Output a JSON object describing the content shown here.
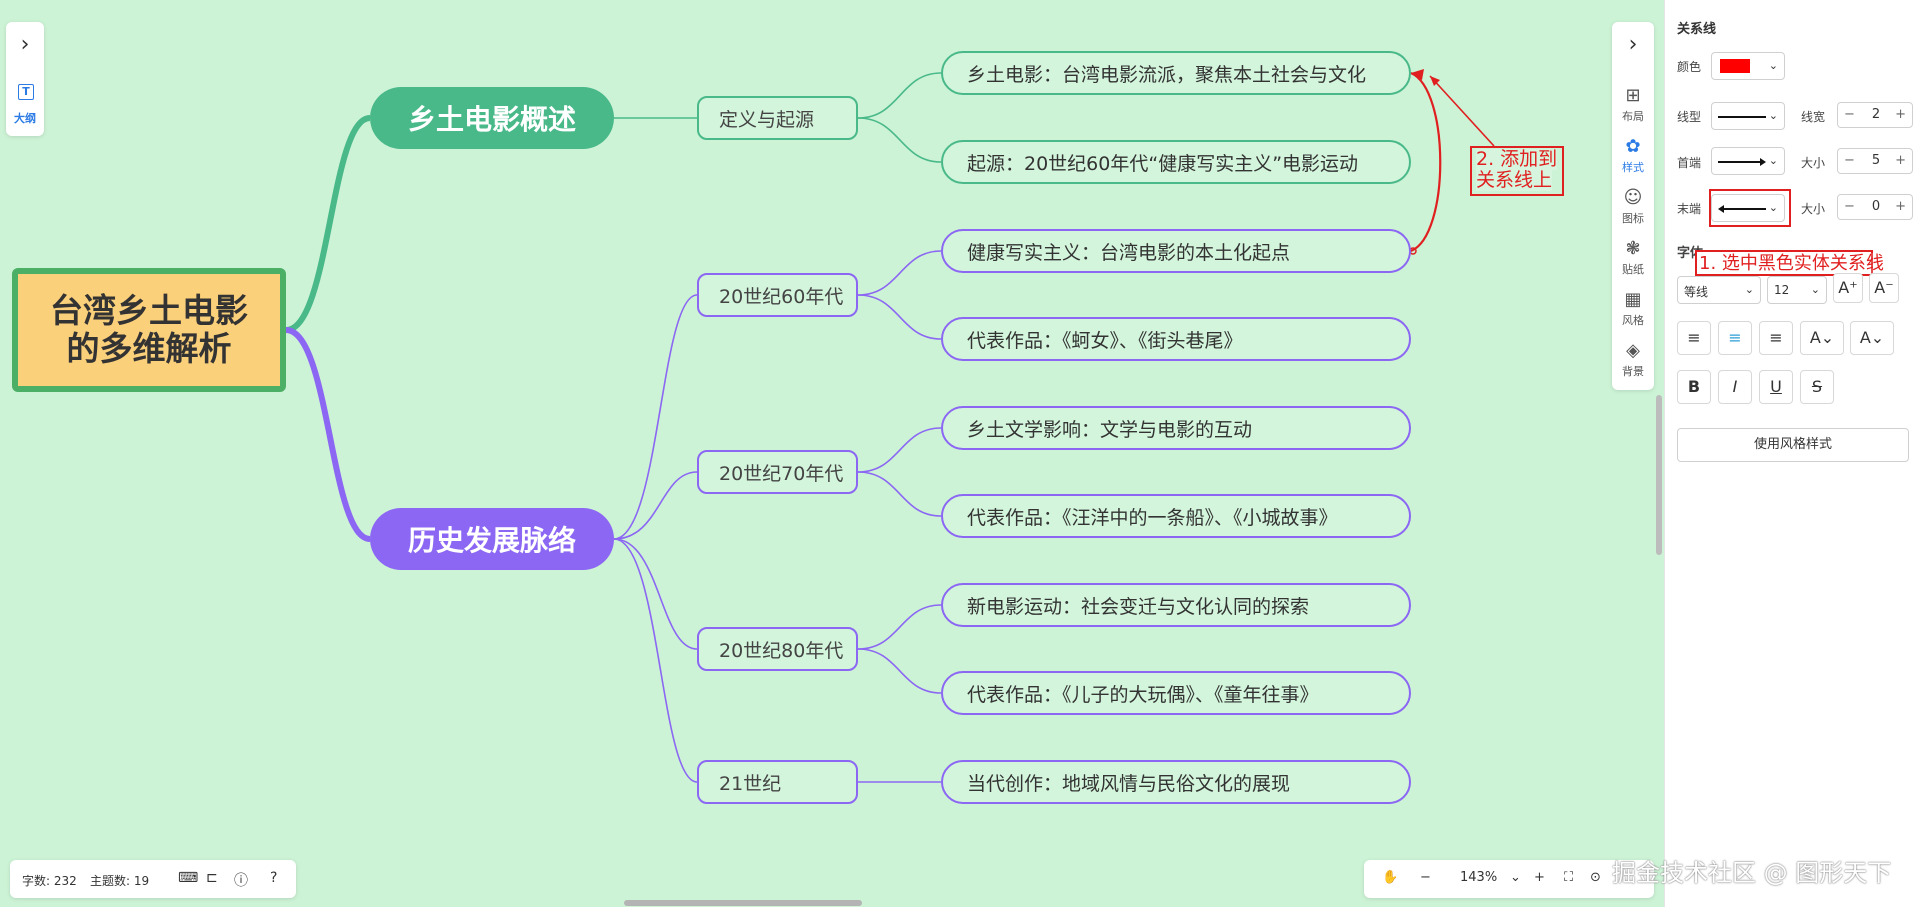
{
  "mindmap": {
    "root": "台湾乡土电影的多维解析",
    "branch1": {
      "title": "乡土电影概述",
      "sub": "定义与起源",
      "leaves": [
        "乡土电影：台湾电影流派，聚焦本土社会与文化",
        "起源：20世纪60年代“健康写实主义”电影运动"
      ]
    },
    "branch2": {
      "title": "历史发展脉络",
      "periods": [
        {
          "label": "20世纪60年代",
          "leaves": [
            "健康写实主义：台湾电影的本土化起点",
            "代表作品：《蚵女》、《街头巷尾》"
          ]
        },
        {
          "label": "20世纪70年代",
          "leaves": [
            "乡土文学影响：文学与电影的互动",
            "代表作品：《汪洋中的一条船》、《小城故事》"
          ]
        },
        {
          "label": "20世纪80年代",
          "leaves": [
            "新电影运动：社会变迁与文化认同的探索",
            "代表作品：《儿子的大玩偶》、《童年往事》"
          ]
        },
        {
          "label": "21世纪",
          "leaves": [
            "当代创作：地域风情与民俗文化的展现"
          ]
        }
      ]
    }
  },
  "left_toolbar": {
    "outline_label": "大纲"
  },
  "rail": {
    "items": [
      {
        "label": "布局",
        "icon": "layout-icon"
      },
      {
        "label": "样式",
        "icon": "palette-icon"
      },
      {
        "label": "图标",
        "icon": "smiley-icon"
      },
      {
        "label": "贴纸",
        "icon": "sticker-icon"
      },
      {
        "label": "风格",
        "icon": "grid-icon"
      },
      {
        "label": "背景",
        "icon": "layers-icon"
      }
    ]
  },
  "panel": {
    "section_title": "关系线",
    "color_label": "颜色",
    "color_value": "#ff0000",
    "line_type_label": "线型",
    "line_width_label": "线宽",
    "line_width_value": "2",
    "start_label": "首端",
    "start_size_label": "大小",
    "start_size_value": "5",
    "end_label": "末端",
    "end_size_label": "大小",
    "end_size_value": "0",
    "font_section": "字体",
    "font_family": "等线",
    "font_size": "12",
    "use_style_button": "使用风格样式"
  },
  "annotations": {
    "step1": "1. 选中黑色实体关系线",
    "step2_line1": "2. 添加到",
    "step2_line2": "关系线上"
  },
  "status": {
    "word_count": "字数: 232",
    "topic_count": "主题数: 19"
  },
  "zoom": {
    "value": "143%"
  },
  "watermark": "掘金技术社区 @ 图形天下",
  "colors": {
    "green": "#49b98a",
    "purple": "#8b67f3",
    "root_fill": "#fbd07a",
    "annotation": "#e02020"
  }
}
